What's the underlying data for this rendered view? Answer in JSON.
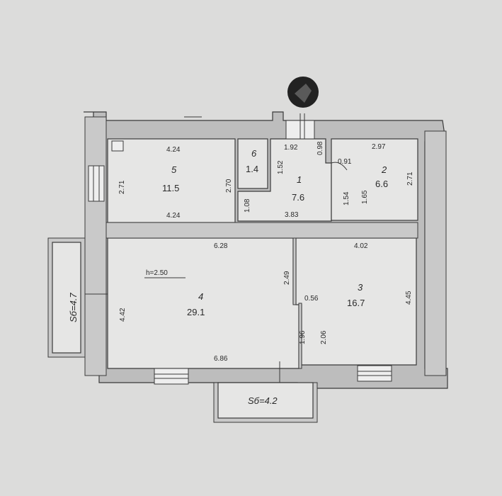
{
  "rooms": [
    {
      "id": "1",
      "number": "1",
      "area": "7.6"
    },
    {
      "id": "2",
      "number": "2",
      "area": "6.6"
    },
    {
      "id": "3",
      "number": "3",
      "area": "16.7"
    },
    {
      "id": "4",
      "number": "4",
      "area": "29.1"
    },
    {
      "id": "5",
      "number": "5",
      "area": "11.5"
    },
    {
      "id": "6",
      "number": "6",
      "area": "1.4"
    }
  ],
  "ceiling_height": "h=2.50",
  "balconies": {
    "left": "Sб=4.7",
    "bottom": "Sб=4.2"
  },
  "dimensions": {
    "r5_top": "4.24",
    "r5_left": "2.71",
    "r5_right": "2.70",
    "r5_bottom": "4.24",
    "r6_side": "1.52",
    "r1_top": "1.92",
    "r1_top2": "0.98",
    "r1_door": "0.91",
    "r1_bottom": "3.83",
    "r1_left": "1.08",
    "r1_right": "1.54",
    "r2_top": "2.97",
    "r2_right": "2.71",
    "r2_left": "1.65",
    "r4_top": "6.28",
    "r4_left": "4.42",
    "r4_right_top": "2.49",
    "r4_right_bottom": "1.96",
    "r4_bottom": "6.86",
    "r3_top": "4.02",
    "r3_right": "4.45",
    "r3_left": "2.06",
    "r3_step": "0.56"
  }
}
